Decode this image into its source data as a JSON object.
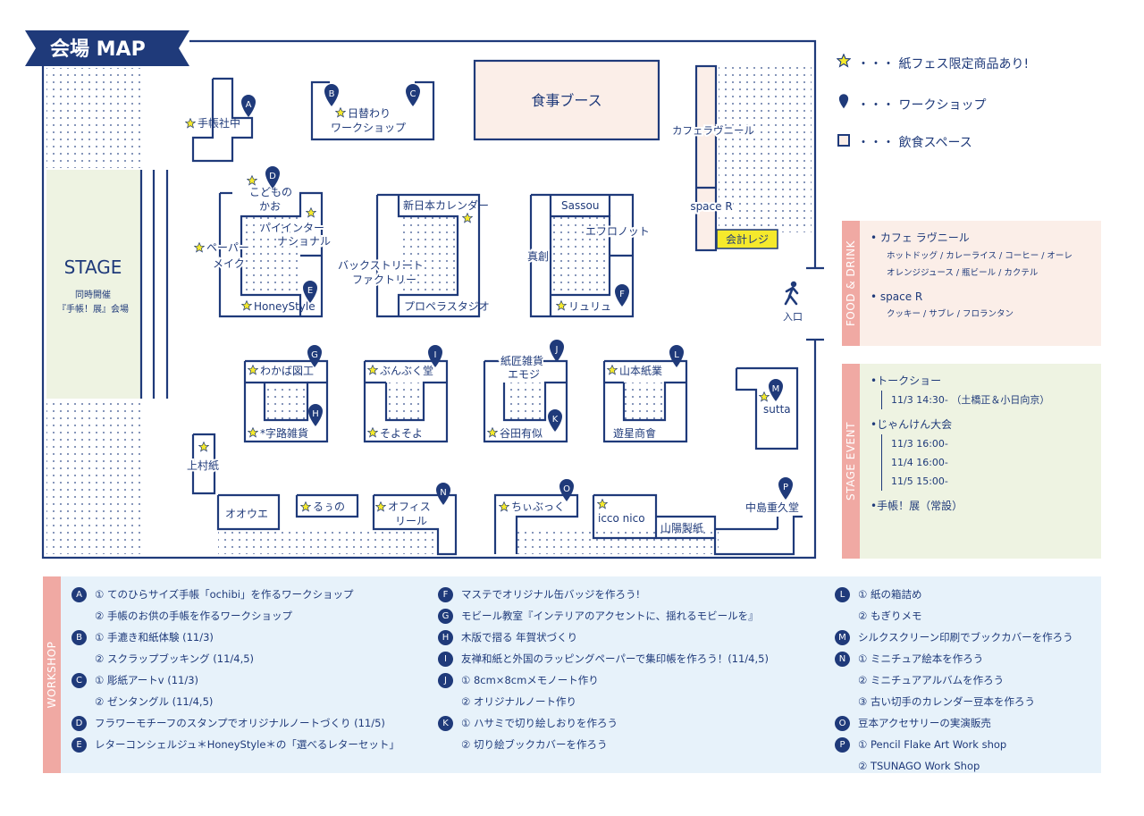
{
  "title": "会場 MAP",
  "legend": {
    "star": "・・・ 紙フェス限定商品あり!",
    "pin": "・・・ ワークショップ",
    "square": "・・・ 飲食スペース"
  },
  "map": {
    "stage": "STAGE",
    "stage_sub1": "同時開催",
    "stage_sub2": "『手帳！展』会場",
    "food_booth": "食事ブース",
    "cafe": "カフェラヴニール",
    "space_r": "space R",
    "register": "会計レジ",
    "entrance": "入口",
    "booths": {
      "techosha": "手帳社中",
      "higawari1": "日替わり",
      "higawari2": "ワークショップ",
      "kodomo1": "こどもの",
      "kodomo2": "かお",
      "paper1": "ペーパー",
      "paper2": "メイク",
      "painter1": "パイインター",
      "painter2": "ナショナル",
      "honey": "HoneyStyle",
      "shinnihon": "新日本カレンダー",
      "backstreet1": "バックストリート",
      "backstreet2": "ファクトリー",
      "propeller": "プロペラスタジオ",
      "sassou": "Sassou",
      "efro": "エフロノット",
      "shinso": "真創",
      "ryuryu": "リュリュ",
      "wakaba": "わかば図工",
      "jiro": "*字路雑貨",
      "bunbuku": "ぶんぶく堂",
      "soyo": "そよそよ",
      "kamisho1": "紙匠雑貨",
      "kamisho2": "エモジ",
      "tanida": "谷田有似",
      "yamamoto": "山本紙業",
      "yusei": "遊星商會",
      "sutta": "sutta",
      "uemura": "上村紙",
      "oou": "オオウエ",
      "runo": "るぅの",
      "office1": "オフィス",
      "office2": "リール",
      "chiibukku": "ちぃぶっく",
      "icco": "icco nico",
      "sanyo": "山陽製紙",
      "nakajima": "中島重久堂"
    },
    "pins": {
      "A": "A",
      "B": "B",
      "C": "C",
      "D": "D",
      "E": "E",
      "F": "F",
      "G": "G",
      "H": "H",
      "I": "I",
      "J": "J",
      "K": "K",
      "L": "L",
      "M": "M",
      "N": "N",
      "O": "O",
      "P": "P"
    }
  },
  "food_drink": {
    "tab": "FOOD & DRINK",
    "cafe_title": "• カフェ ラヴニール",
    "cafe_items1": "ホットドッグ / カレーライス / コーヒー / オーレ",
    "cafe_items2": "オレンジジュース / 瓶ビール / カクテル",
    "spacer_title": "• space R",
    "spacer_items": "クッキー / サブレ / フロランタン"
  },
  "stage_event": {
    "tab": "STAGE EVENT",
    "talk_title": "•トークショー",
    "talk_1": "11/3  14:30- （土橋正＆小日向京）",
    "janken_title": "•じゃんけん大会",
    "janken_1": "11/3  16:00-",
    "janken_2": "11/4  16:00-",
    "janken_3": "11/5  15:00-",
    "techo_title": "•手帳！展（常設）"
  },
  "workshop": {
    "tab": "WORKSHOP",
    "col1": [
      {
        "pin": "A",
        "text": "① てのひらサイズ手帳「ochibi」を作るワークショップ"
      },
      {
        "pin": "",
        "text": "② 手帳のお供の手帳を作るワークショップ"
      },
      {
        "pin": "B",
        "text": "① 手漉き和紙体験 (11/3)"
      },
      {
        "pin": "",
        "text": "② スクラップブッキング (11/4,5)"
      },
      {
        "pin": "C",
        "text": "① 彫紙アートv (11/3)"
      },
      {
        "pin": "",
        "text": "② ゼンタングル (11/4,5)"
      },
      {
        "pin": "D",
        "text": "フラワーモチーフのスタンプでオリジナルノートづくり (11/5)"
      },
      {
        "pin": "E",
        "text": "レターコンシェルジュ＊HoneyStyle＊の「選べるレターセット」"
      }
    ],
    "col2": [
      {
        "pin": "F",
        "text": "マステでオリジナル缶バッジを作ろう!"
      },
      {
        "pin": "G",
        "text": "モビール教室『インテリアのアクセントに、揺れるモビールを』"
      },
      {
        "pin": "H",
        "text": "木版で摺る 年賀状づくり"
      },
      {
        "pin": "I",
        "text": "友禅和紙と外国のラッピングペーパーで集印帳を作ろう！(11/4,5)"
      },
      {
        "pin": "J",
        "text": "① 8cm×8cmメモノート作り"
      },
      {
        "pin": "",
        "text": "② オリジナルノート作り"
      },
      {
        "pin": "K",
        "text": "① ハサミで切り絵しおりを作ろう"
      },
      {
        "pin": "",
        "text": "② 切り絵ブックカバーを作ろう"
      }
    ],
    "col3": [
      {
        "pin": "L",
        "text": "① 紙の箱詰め"
      },
      {
        "pin": "",
        "text": "② もぎりメモ"
      },
      {
        "pin": "M",
        "text": "シルクスクリーン印刷でブックカバーを作ろう"
      },
      {
        "pin": "N",
        "text": "① ミニチュア絵本を作ろう"
      },
      {
        "pin": "",
        "text": "② ミニチュアアルバムを作ろう"
      },
      {
        "pin": "",
        "text": "③ 古い切手のカレンダー豆本を作ろう"
      },
      {
        "pin": "O",
        "text": "豆本アクセサリーの実演販売"
      },
      {
        "pin": "P",
        "text": "① Pencil Flake Art Work shop"
      },
      {
        "pin": "",
        "text": "② TSUNAGO Work Shop"
      }
    ]
  },
  "colors": {
    "navy": "#1f3a7a",
    "pink": "#fbeee8",
    "green": "#eef3e2",
    "blue": "#e7f2fa",
    "salmon": "#f0a9a3",
    "yellow": "#f5e92c"
  }
}
